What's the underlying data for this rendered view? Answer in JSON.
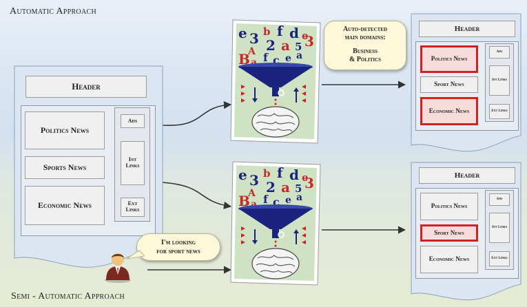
{
  "captions": {
    "top": "Automatic Approach",
    "bottom": "Semi - Automatic Approach"
  },
  "input_page": {
    "header": "Header",
    "blocks": [
      "Politics News",
      "Sports News",
      "Economic News"
    ],
    "side": [
      "Ads",
      "Int Links",
      "Ext Links"
    ]
  },
  "auto_bubble": {
    "line1": "Auto-detected",
    "line2": "main domains:",
    "line3": "Business",
    "line4": "& Politics"
  },
  "user_bubble": {
    "line1": "I'm looking",
    "line2": "for sport news"
  },
  "output_top": {
    "header": "Header",
    "blocks": [
      "Politics News",
      "Sport News",
      "Economic News"
    ],
    "highlighted": [
      true,
      false,
      true
    ],
    "side": [
      "Ads",
      "Int Links",
      "Ext Links"
    ]
  },
  "output_bottom": {
    "header": "Header",
    "blocks": [
      "Politics News",
      "Sport News",
      "Economic News"
    ],
    "highlighted": [
      false,
      true,
      false
    ],
    "side": [
      "Ads",
      "Int Links",
      "Ext Links"
    ]
  },
  "funnel_letters": [
    "e",
    "3",
    "b",
    "f",
    "d",
    "e",
    "A",
    "2",
    "a",
    "5",
    "3",
    "B",
    "f",
    "a",
    "c",
    "e",
    "a"
  ],
  "colors": {
    "highlight_border": "#d32020",
    "funnel_blue": "#1a237e",
    "card_green": "#cfe3c4",
    "bubble_yellow": "#fdf8da"
  }
}
